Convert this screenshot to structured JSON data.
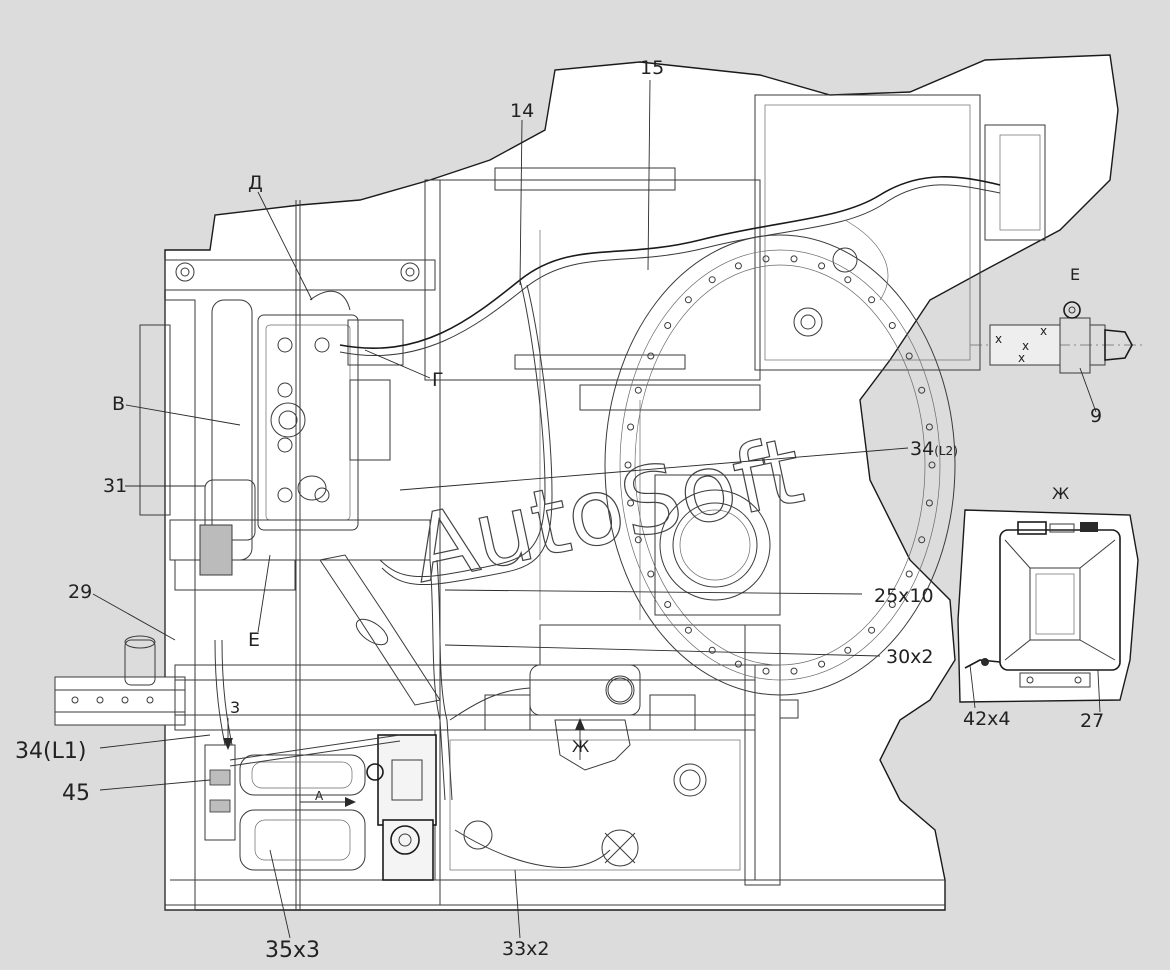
{
  "watermark": "AutoSoft",
  "colors": {
    "background": "#dcdcdc",
    "sheet": "#ffffff",
    "line": "#3a3a3a"
  },
  "callouts": [
    {
      "id": "c15",
      "text": "15"
    },
    {
      "id": "c14",
      "text": "14"
    },
    {
      "id": "cD",
      "text": "Д"
    },
    {
      "id": "cV",
      "text": "В"
    },
    {
      "id": "cG",
      "text": "Г"
    },
    {
      "id": "c31",
      "text": "31"
    },
    {
      "id": "c34L2",
      "text": "34",
      "sub": "(L2)"
    },
    {
      "id": "c29",
      "text": "29"
    },
    {
      "id": "cE",
      "text": "Е"
    },
    {
      "id": "c25x10",
      "text": "25x10"
    },
    {
      "id": "c30x2",
      "text": "30x2"
    },
    {
      "id": "c3",
      "text": "3"
    },
    {
      "id": "cZh",
      "text": "Ж"
    },
    {
      "id": "c34L1",
      "text": "34(L1)"
    },
    {
      "id": "c45",
      "text": "45"
    },
    {
      "id": "cA",
      "text": "A"
    },
    {
      "id": "c35x3",
      "text": "35x3"
    },
    {
      "id": "c33x2",
      "text": "33x2"
    }
  ],
  "detail_views": [
    {
      "id": "viewE",
      "title": "Е",
      "callouts": [
        {
          "id": "c9",
          "text": "9"
        }
      ]
    },
    {
      "id": "viewZh",
      "title": "Ж",
      "callouts": [
        {
          "id": "c42x4",
          "text": "42x4"
        },
        {
          "id": "c27",
          "text": "27"
        }
      ]
    }
  ]
}
